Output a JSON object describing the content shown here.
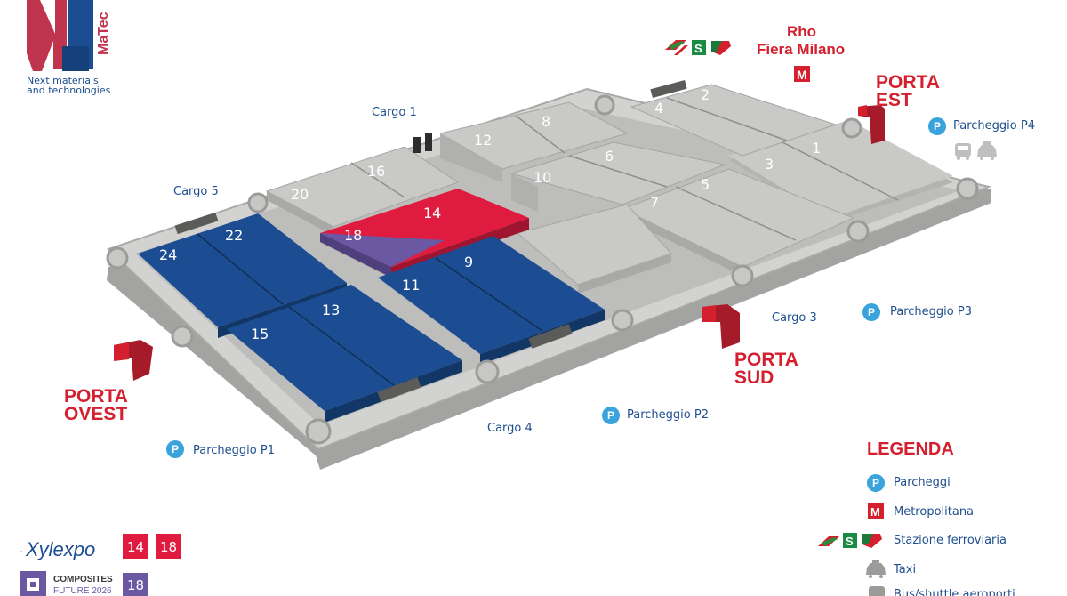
{
  "brand": {
    "logo_text": "MaTec",
    "tagline_1": "Next materials",
    "tagline_2": "and technologies"
  },
  "halls": [
    "1",
    "2",
    "3",
    "4",
    "5",
    "6",
    "7",
    "8",
    "9",
    "10",
    "11",
    "12",
    "13",
    "14",
    "15",
    "16",
    "18",
    "20",
    "22",
    "24"
  ],
  "hall_labels": {
    "h1": "1",
    "h2": "2",
    "h3": "3",
    "h4": "4",
    "h5": "5",
    "h6": "6",
    "h7": "7",
    "h8": "8",
    "h9": "9",
    "h10": "10",
    "h11": "11",
    "h12": "12",
    "h13": "13",
    "h14": "14",
    "h15": "15",
    "h16": "16",
    "h18": "18",
    "h20": "20",
    "h22": "22",
    "h24": "24"
  },
  "cargo": {
    "c1": "Cargo 1",
    "c3": "Cargo 3",
    "c4": "Cargo 4",
    "c5": "Cargo 5"
  },
  "parking": {
    "p1": "Parcheggio P1",
    "p2": "Parcheggio P2",
    "p3": "Parcheggio P3",
    "p4": "Parcheggio P4",
    "symbol": "P"
  },
  "gates": {
    "est_1": "PORTA",
    "est_2": "EST",
    "sud_1": "PORTA",
    "sud_2": "SUD",
    "ovest_1": "PORTA",
    "ovest_2": "OVEST"
  },
  "station": {
    "line_1": "Rho",
    "line_2": "Fiera Milano",
    "metro_symbol": "M",
    "rail_s_symbol": "S"
  },
  "legend": {
    "title": "LEGENDA",
    "parcheggi": "Parcheggi",
    "metropolitana": "Metropolitana",
    "stazione": "Stazione ferroviaria",
    "taxi": "Taxi",
    "bus": "Bus/shuttle aeroporti"
  },
  "exhibitors": {
    "xylexpo": "Xylexpo",
    "xylexpo_hall_a": "14",
    "xylexpo_hall_b": "18",
    "composites_1": "COMPOSITES",
    "composites_2": "FUTURE 2026",
    "composites_hall": "18"
  },
  "colors": {
    "blue_hall": "#1c4d92",
    "red_hall": "#df1b3f",
    "purple_hall": "#6b58a3",
    "grey_hall": "#c9c9c7",
    "gate_red": "#a61b2a",
    "parking_blue": "#3aa3dc"
  }
}
